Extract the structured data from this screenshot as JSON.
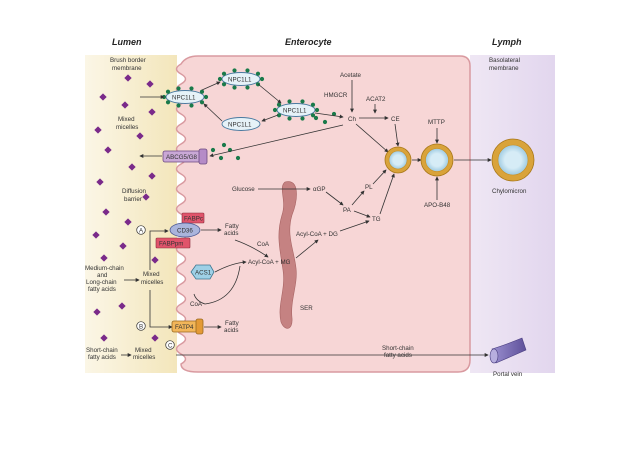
{
  "headers": {
    "lumen": "Lumen",
    "enterocyte": "Enterocyte",
    "lymph": "Lymph"
  },
  "labels": {
    "brush_border": [
      "Brush border",
      "membrane"
    ],
    "basolateral": [
      "Basolateral",
      "membrane"
    ],
    "mixed_micelles": [
      "Mixed",
      "micelles"
    ],
    "diffusion_barrier": [
      "Diffusion",
      "barrier"
    ],
    "medium_long": [
      "Medium-chain",
      "and",
      "Long-chain",
      "fatty acids"
    ],
    "mixed_micelles_2": [
      "Mixed",
      "micelles"
    ],
    "short_chain": [
      "Short-chain",
      "fatty acids"
    ],
    "mixed_micelles_3": [
      "Mixed",
      "micelles"
    ],
    "short_chain_right": [
      "Short-chain",
      "fatty acids"
    ],
    "fatty_acids_1": [
      "Fatty",
      "acids"
    ],
    "fatty_acids_2": [
      "Fatty",
      "acids"
    ],
    "portal_vein": "Portal vein",
    "chylomicron": "Chylomicron",
    "apo_b48": "APO-B48",
    "mttp": "MTTP",
    "acetate": "Acetate",
    "hmgcr": "HMGCR",
    "acat2": "ACAT2",
    "ch": "Ch",
    "ce": "CE",
    "glucose": "Glucose",
    "agp": "αGP",
    "pa": "PA",
    "pl": "PL",
    "tg": "TG",
    "acyl_coa_dg": "Acyl-CoA + DG",
    "acyl_coa_mg": "Acyl-CoA + MG",
    "coa_1": "CoA",
    "coa_2": "CoA",
    "ser": "SER"
  },
  "proteins": {
    "npc1l1_a": "NPC1L1",
    "npc1l1_b": "NPC1L1",
    "npc1l1_c": "NPC1L1",
    "npc1l1_d": "NPC1L1",
    "abcg5g8": "ABCG5/G8",
    "fabpc": "FABPc",
    "cd36": "CD36",
    "fabppm": "FABPpm",
    "acs1": "ACS1",
    "fatp4": "FATP4"
  },
  "pathway_markers": {
    "a": "A",
    "b": "B",
    "c": "C"
  },
  "colors": {
    "lumen_bg": "#f6efd2",
    "cell_fill": "#f7d6d6",
    "cell_edge": "#d99aa0",
    "lymph_bg": "#ece4f2",
    "micelle": "#7a2a8a",
    "cholesterol_dot": "#1a7a4a",
    "npc_fill": "#e6f2f8",
    "fabp_fill": "#e0546b",
    "cd36_fill": "#aab4dc",
    "acs1_fill": "#9ed0e6",
    "fatp4_fill": "#f2b65a",
    "ser_fill": "#c07a7a",
    "chylo_ring": "#d9a33a",
    "chylo_core": "#bfe0f0",
    "portal_vein": "#7c6fb0"
  }
}
